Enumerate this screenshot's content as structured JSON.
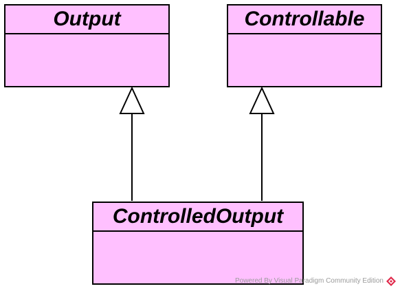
{
  "diagram": {
    "classes": [
      {
        "id": "output",
        "name": "Output"
      },
      {
        "id": "controllable",
        "name": "Controllable"
      },
      {
        "id": "controlled-output",
        "name": "ControlledOutput"
      }
    ],
    "generalizations": [
      {
        "from": "ControlledOutput",
        "to": "Output"
      },
      {
        "from": "ControlledOutput",
        "to": "Controllable"
      }
    ],
    "colors": {
      "class_fill": "#ffc0ff",
      "line": "#000000",
      "watermark_text": "#9a9a9a",
      "logo": "#e0284a"
    }
  },
  "watermark": {
    "text": "Powered By  Visual Paradigm Community Edition",
    "logo_icon": "visual-paradigm-logo-icon"
  }
}
